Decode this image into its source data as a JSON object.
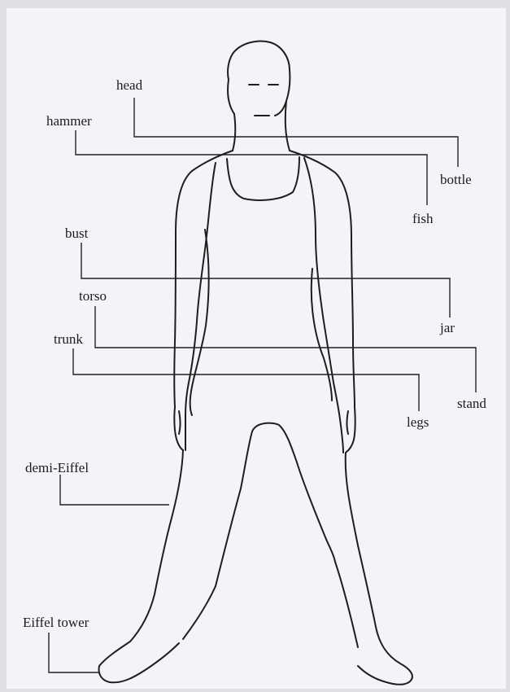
{
  "labels": {
    "head": "head",
    "hammer": "hammer",
    "bottle": "bottle",
    "fish": "fish",
    "bust": "bust",
    "torso": "torso",
    "trunk": "trunk",
    "jar": "jar",
    "stand": "stand",
    "legs": "legs",
    "demi_eiffel": "demi-Eiffel",
    "eiffel_tower": "Eiffel tower"
  },
  "colors": {
    "ink": "#1e1e1e",
    "paper": "#f3f4f8"
  }
}
